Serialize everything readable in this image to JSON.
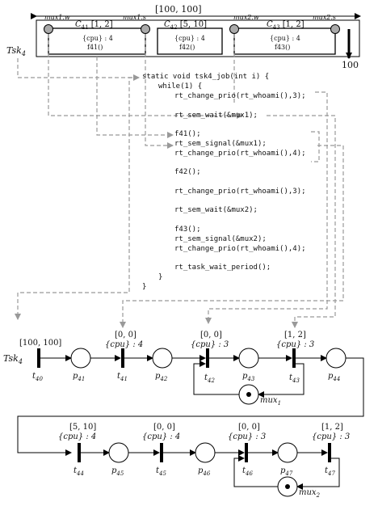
{
  "task_box": {
    "interval": "[100, 100]",
    "deadline": "100",
    "task_name": "Tsk",
    "task_sub": "4",
    "mutex_left_1": "mux1.w",
    "mutex_right_1": "mux1.s",
    "mutex_left_2": "mux2.w",
    "mutex_right_2": "mux2.s",
    "chunks": [
      {
        "name": "C",
        "sub": "41",
        "interval": "[1, 2]",
        "resource": "{cpu} : 4",
        "func": "f41()"
      },
      {
        "name": "C",
        "sub": "42",
        "interval": "[5, 10]",
        "resource": "{cpu} : 4",
        "func": "f42()"
      },
      {
        "name": "C",
        "sub": "43",
        "interval": "[1, 2]",
        "resource": "{cpu} : 4",
        "func": "f43()"
      }
    ]
  },
  "code": {
    "lines": [
      "static void tsk4_job(int i) {",
      "while(1) {",
      "rt_change_prio(rt_whoami(),3);",
      "rt_sem_wait(&mux1);",
      "f41();",
      "rt_sem_signal(&mux1);",
      "rt_change_prio(rt_whoami(),4);",
      "f42();",
      "rt_change_prio(rt_whoami(),3);",
      "rt_sem_wait(&mux2);",
      "f43();",
      "rt_sem_signal(&mux2);",
      "rt_change_prio(rt_whoami(),4);",
      "rt_task_wait_period();",
      "}",
      "}"
    ]
  },
  "petri_row1": {
    "task_label": "Tsk",
    "task_sub": "4",
    "transitions": [
      {
        "interval": "[100, 100]",
        "guard": "",
        "name": "t",
        "sub": "40"
      },
      {
        "interval": "[0, 0]",
        "guard": "{cpu} : 4",
        "name": "t",
        "sub": "41"
      },
      {
        "interval": "[0, 0]",
        "guard": "{cpu} : 3",
        "name": "t",
        "sub": "42"
      },
      {
        "interval": "[1, 2]",
        "guard": "{cpu} : 3",
        "name": "t",
        "sub": "43"
      }
    ],
    "places": [
      {
        "name": "p",
        "sub": "41"
      },
      {
        "name": "p",
        "sub": "42"
      },
      {
        "name": "p",
        "sub": "43"
      },
      {
        "name": "p",
        "sub": "44"
      }
    ],
    "mutex": {
      "name": "mux",
      "sub": "1"
    }
  },
  "petri_row2": {
    "transitions": [
      {
        "interval": "[5, 10]",
        "guard": "{cpu} : 4",
        "name": "t",
        "sub": "44"
      },
      {
        "interval": "[0, 0]",
        "guard": "{cpu} : 4",
        "name": "t",
        "sub": "45"
      },
      {
        "interval": "[0, 0]",
        "guard": "{cpu} : 3",
        "name": "t",
        "sub": "46"
      },
      {
        "interval": "[1, 2]",
        "guard": "{cpu} : 3",
        "name": "t",
        "sub": "47"
      }
    ],
    "places": [
      {
        "name": "p",
        "sub": "45"
      },
      {
        "name": "p",
        "sub": "46"
      },
      {
        "name": "p",
        "sub": "47"
      }
    ],
    "mutex": {
      "name": "mux",
      "sub": "2"
    }
  }
}
